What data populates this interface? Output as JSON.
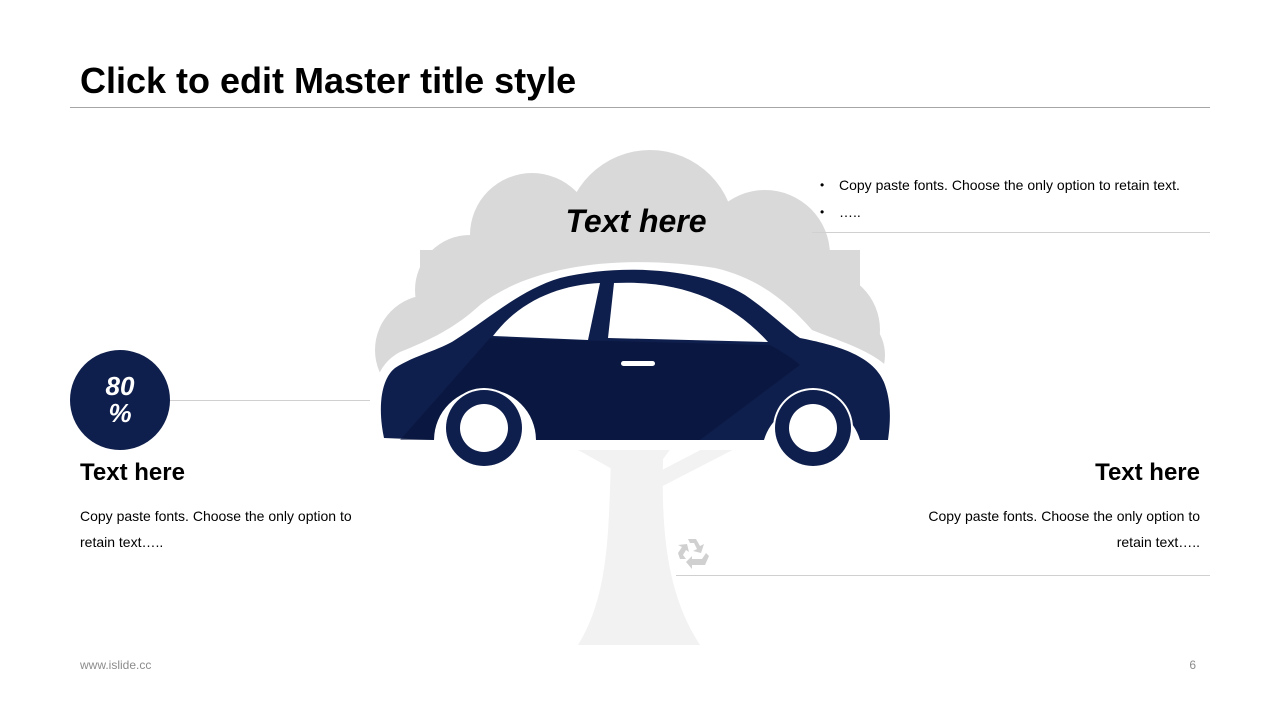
{
  "slide": {
    "title": "Click to edit Master title style",
    "cloud_label": "Text here",
    "bullets": [
      "Copy paste fonts. Choose the only option to retain text.",
      "….."
    ],
    "badge": {
      "value": "80 %"
    },
    "left_block": {
      "heading": "Text here",
      "body": "Copy paste fonts. Choose the only option to retain text….."
    },
    "right_block": {
      "heading": "Text here",
      "body": "Copy paste fonts. Choose the only option to retain text….."
    },
    "footer": {
      "website": "www.islide.cc",
      "page_number": "6"
    }
  },
  "colors": {
    "navy": "#0f1f4d",
    "navy_shadow": "#071338",
    "cloud": "#d9d9d9",
    "tree": "#f2f2f2",
    "rule": "#d0d0d0"
  },
  "icons": [
    "recycle-icon",
    "car-illustration",
    "cloud-illustration",
    "tree-illustration"
  ]
}
